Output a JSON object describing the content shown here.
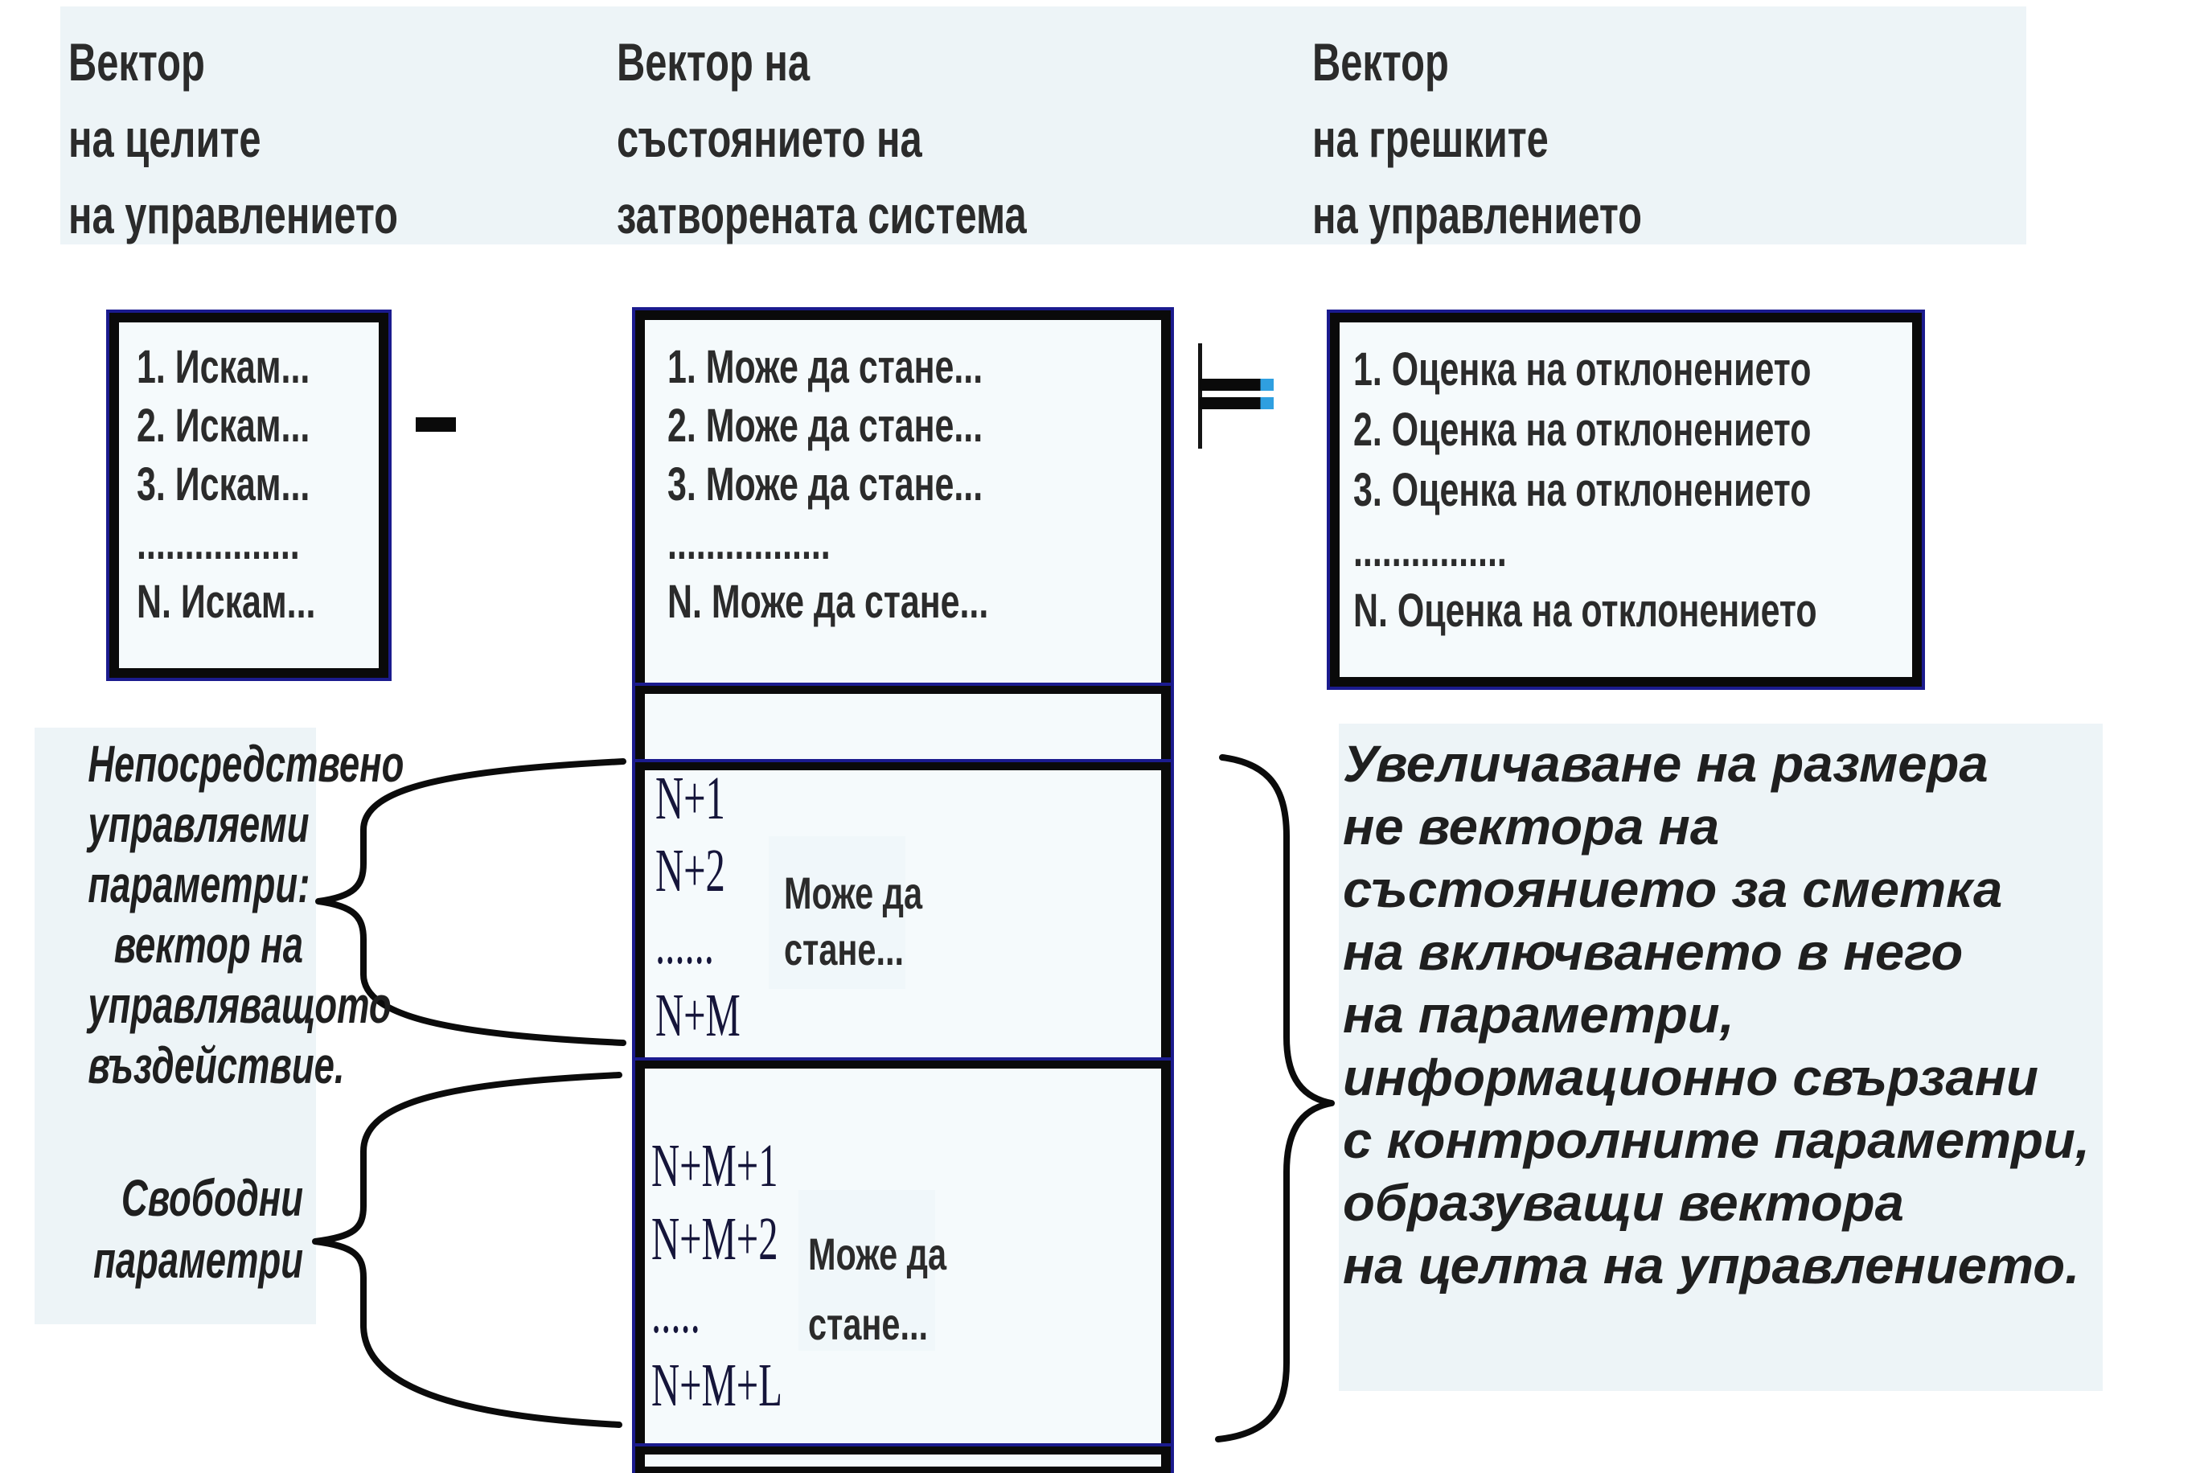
{
  "headers": {
    "goals": {
      "lines": [
        "Вектор",
        "на целите",
        "на управлението"
      ]
    },
    "state": {
      "lines": [
        "Вектор на",
        "състоянието на",
        "затворената система"
      ]
    },
    "errors": {
      "lines": [
        "Вектор",
        "на грешките",
        "на управлението"
      ]
    }
  },
  "boxes": {
    "goals": {
      "items": [
        "1. Искам...",
        "2. Искам...",
        "3. Искам...",
        ".................",
        "N. Искам..."
      ]
    },
    "state": {
      "section1": {
        "items": [
          "1. Може да стане...",
          "2. Може да стане...",
          "3. Може да стане...",
          ".................",
          "N. Може да стане..."
        ]
      },
      "section2": {
        "indices": [
          "N+1",
          "N+2",
          "......",
          "N+M"
        ],
        "label": [
          "Може да",
          "стане..."
        ]
      },
      "section3": {
        "indices": [
          "N+M+1",
          "N+M+2",
          ".....",
          "N+M+L"
        ],
        "label": [
          "Може да",
          "стане..."
        ]
      }
    },
    "errors": {
      "items": [
        "1. Оценка на отклонението",
        "2. Оценка на отклонението",
        "3. Оценка на отклонението",
        "................",
        "N. Оценка на отклонението"
      ]
    }
  },
  "operators": {
    "minus": "−",
    "equals": "="
  },
  "annotations": {
    "direct_controlled": {
      "lines": [
        "Непосредствено",
        "управляеми",
        "параметри:",
        "вектор на",
        "управляващото",
        "въздействие."
      ]
    },
    "free_params": {
      "lines": [
        "Свободни",
        "параметри"
      ]
    },
    "size_increase": {
      "lines": [
        "Увеличаване на размера",
        "не вектора на",
        "състоянието за сметка",
        "на включването в него",
        "на параметри,",
        "информационно свързани",
        "с контролните параметри,",
        "образуващи вектора",
        "на целта на управлението."
      ]
    }
  },
  "colors": {
    "page_bg": "#ffffff",
    "panel_tint": "#edf4f7",
    "box_interior": "#f5fafc",
    "border_black": "#0a0a0a",
    "border_navy": "#1b1b8e",
    "text_primary": "#2b2b2b",
    "serif_text": "#15153a",
    "equals_tip_blue": "#2f9fe0"
  }
}
